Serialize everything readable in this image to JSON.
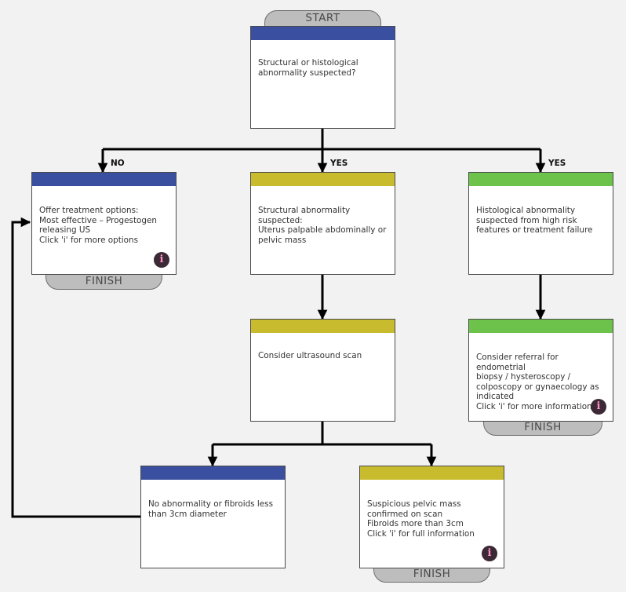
{
  "colors": {
    "blue": "#3a4fa0",
    "olive": "#c8bb2e",
    "green": "#6cc24a",
    "info_bg": "#3b2a35",
    "line": "#000000"
  },
  "icons": {
    "info": "info-icon"
  },
  "start_label": "START",
  "finish_label": "FINISH",
  "info_glyph": "i",
  "edge_labels": {
    "no": "NO",
    "yes_center": "YES",
    "yes_right": "YES"
  },
  "nodes": {
    "start_question": {
      "accent": "blue",
      "text": "Structural or histological\nabnormality suspected?"
    },
    "treatment_options": {
      "accent": "blue",
      "text": "Offer treatment options:\nMost effective – Progestogen\nreleasing US\nClick 'i' for more options"
    },
    "structural": {
      "accent": "olive",
      "text": "Structural abnormality\nsuspected:\nUterus palpable abdominally or\npelvic mass"
    },
    "histological": {
      "accent": "green",
      "text": "Histological abnormality\nsuspected from high risk\nfeatures or treatment failure"
    },
    "ultrasound": {
      "accent": "olive",
      "text": "Consider ultrasound scan"
    },
    "referral": {
      "accent": "green",
      "text": "Consider referral for endometrial\nbiopsy / hysteroscopy /\ncolposcopy or gynaecology as\nindicated\nClick 'i' for more information"
    },
    "no_abnormality": {
      "accent": "blue",
      "text": "No abnormality or fibroids less\nthan 3cm diameter"
    },
    "suspicious_mass": {
      "accent": "olive",
      "text": "Suspicious pelvic mass\nconfirmed on scan\nFibroids more than 3cm\nClick 'i' for full information"
    }
  }
}
